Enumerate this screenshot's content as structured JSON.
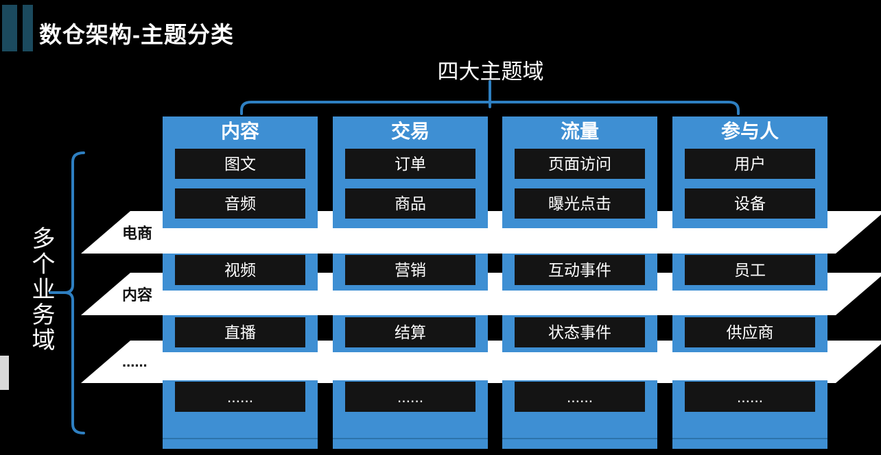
{
  "title": "数仓架构-主题分类",
  "top_label": "四大主题域",
  "left_label": "多个业务域",
  "bands": [
    {
      "label": "电商"
    },
    {
      "label": "内容"
    },
    {
      "label": "......"
    }
  ],
  "columns": [
    {
      "header": "内容",
      "items": [
        "图文",
        "音频",
        "视频",
        "直播",
        "......"
      ]
    },
    {
      "header": "交易",
      "items": [
        "订单",
        "商品",
        "营销",
        "结算",
        "......"
      ]
    },
    {
      "header": "流量",
      "items": [
        "页面访问",
        "曝光点击",
        "互动事件",
        "状态事件",
        "......"
      ]
    },
    {
      "header": "参与人",
      "items": [
        "用户",
        "设备",
        "员工",
        "供应商",
        "......"
      ]
    }
  ],
  "colors": {
    "background": "#000000",
    "column-blue": "#3E8FD3",
    "accent-line-blue": "#2E7FC1",
    "box-dark": "#141414",
    "band-white": "#FFFFFF",
    "title-bar-teal": "#1B4A5E",
    "text-white": "#FFFFFF",
    "band-label-black": "#111111",
    "page-marker-gray": "#D9D9D9"
  }
}
